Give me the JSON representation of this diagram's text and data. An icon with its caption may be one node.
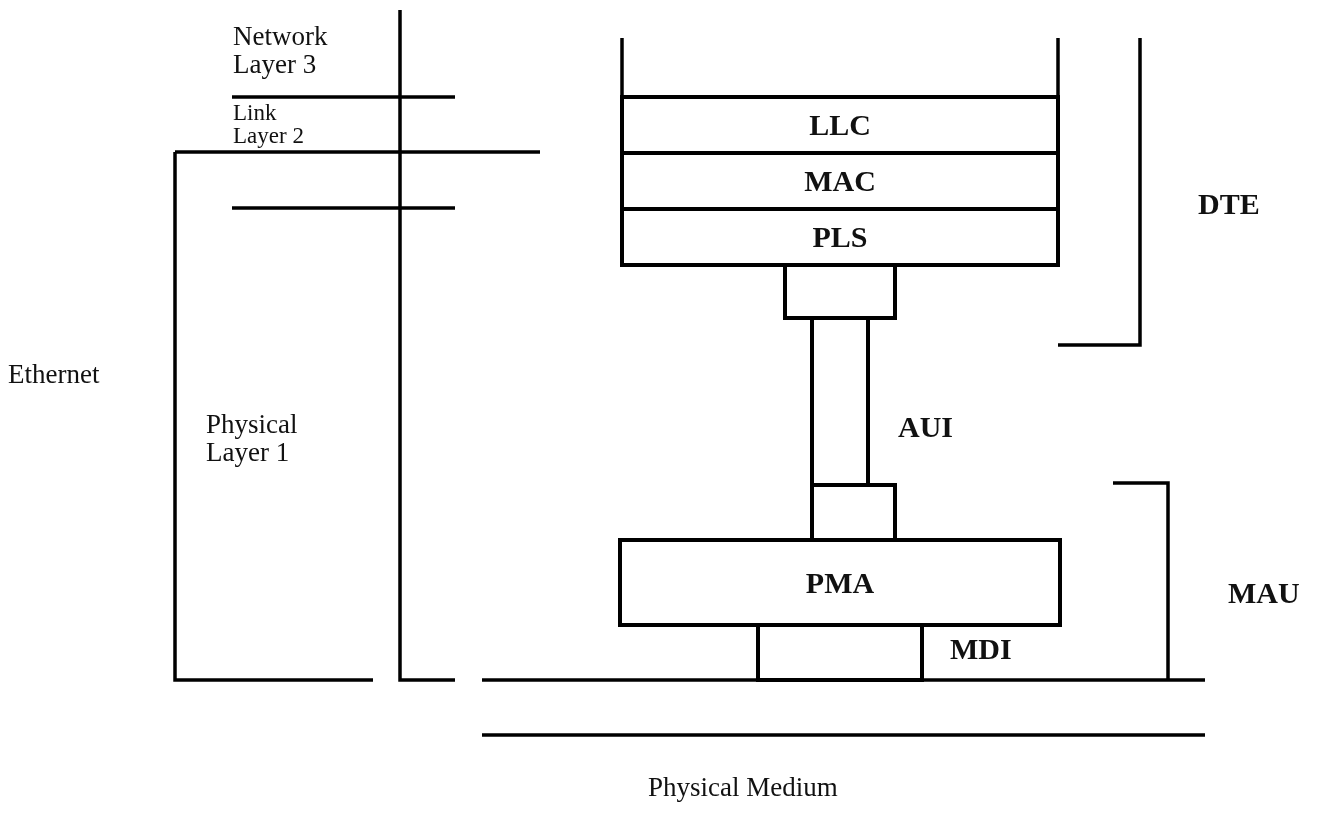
{
  "diagram": {
    "nodes": [
      {
        "text": [
          "LLC"
        ]
      },
      {
        "text": [
          "MAC"
        ]
      },
      {
        "text": [
          "PLS"
        ]
      },
      {
        "text": [],
        "shape": "box"
      },
      {
        "text": [],
        "shape": "box",
        "beside": [
          "AUI"
        ]
      },
      {
        "text": [],
        "shape": "box"
      },
      {
        "text": [
          "PMA"
        ]
      },
      {
        "text": [],
        "shape": "box",
        "beside": [
          "MDI"
        ]
      }
    ],
    "edges": [],
    "labels": [
      "Network Layer 3",
      "Link Layer 2",
      "DTE",
      "Ethernet",
      "Physical Layer 1",
      "MAU",
      "Physical Medium"
    ]
  }
}
